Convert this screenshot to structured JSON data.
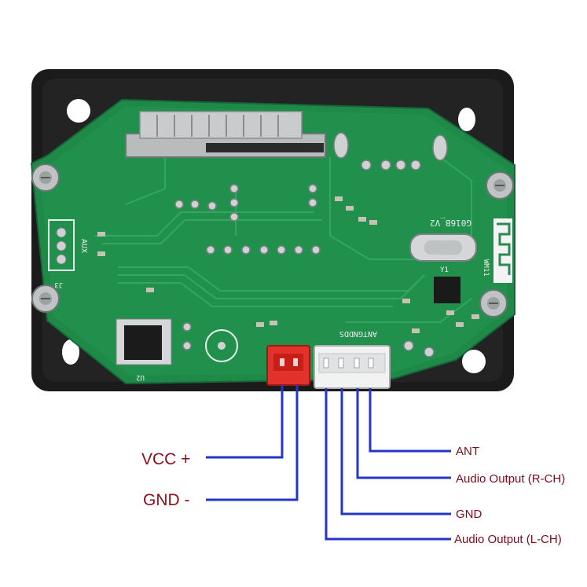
{
  "figure": {
    "board": {
      "marking": "G016B_V2",
      "aux_label": "AUX",
      "antenna_label": "WM11",
      "connector_label": "ANTGNDDS",
      "ref_labels": {
        "j3": "J3",
        "u2": "U2",
        "y1": "Y1"
      }
    },
    "pins_left": [
      {
        "id": "vcc",
        "label": "VCC +"
      },
      {
        "id": "gnd_power",
        "label": "GND -"
      }
    ],
    "pins_right": [
      {
        "id": "ant",
        "label": "ANT"
      },
      {
        "id": "audio_r",
        "label": "Audio Output (R-CH)"
      },
      {
        "id": "gnd_audio",
        "label": "GND"
      },
      {
        "id": "audio_l",
        "label": "Audio Output (L-CH)"
      }
    ],
    "colors": {
      "wire": "#2536c6",
      "label": "#8b0d1d",
      "pcb": "#1f8a47",
      "frame": "#1b1b1b",
      "power_connector": "#e2322b",
      "audio_connector": "#f2f2f2"
    }
  }
}
